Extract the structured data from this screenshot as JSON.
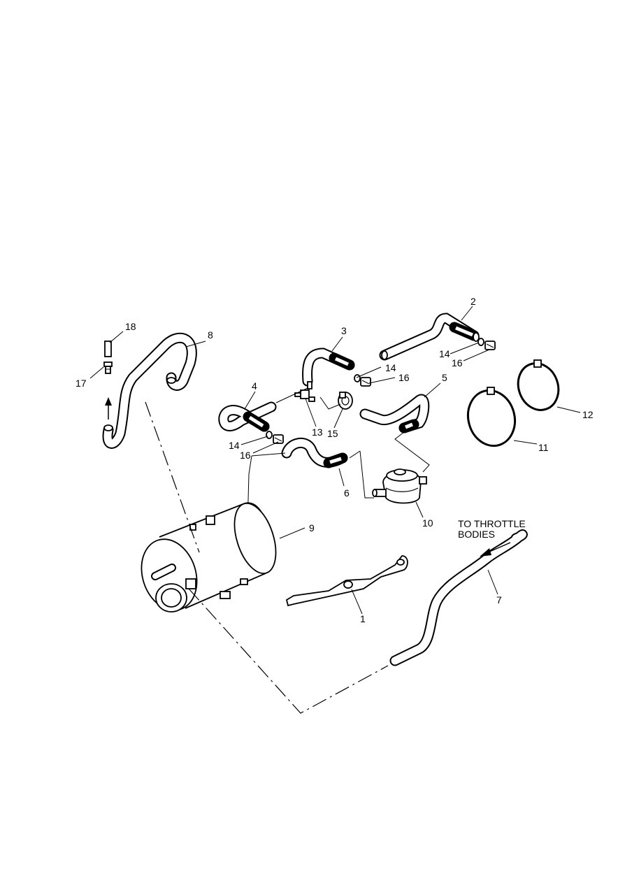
{
  "callouts": {
    "c1": "1",
    "c2": "2",
    "c3": "3",
    "c4": "4",
    "c5": "5",
    "c6": "6",
    "c7": "7",
    "c8": "8",
    "c9": "9",
    "c10": "10",
    "c11": "11",
    "c12": "12",
    "c13": "13",
    "c14a": "14",
    "c14b": "14",
    "c14c": "14",
    "c15": "15",
    "c16a": "16",
    "c16b": "16",
    "c16c": "16",
    "c17": "17",
    "c18": "18"
  },
  "annotation": {
    "line1": "TO THROTTLE",
    "line2": "BODIES"
  },
  "colors": {
    "ink": "#000000",
    "paper": "#ffffff"
  }
}
